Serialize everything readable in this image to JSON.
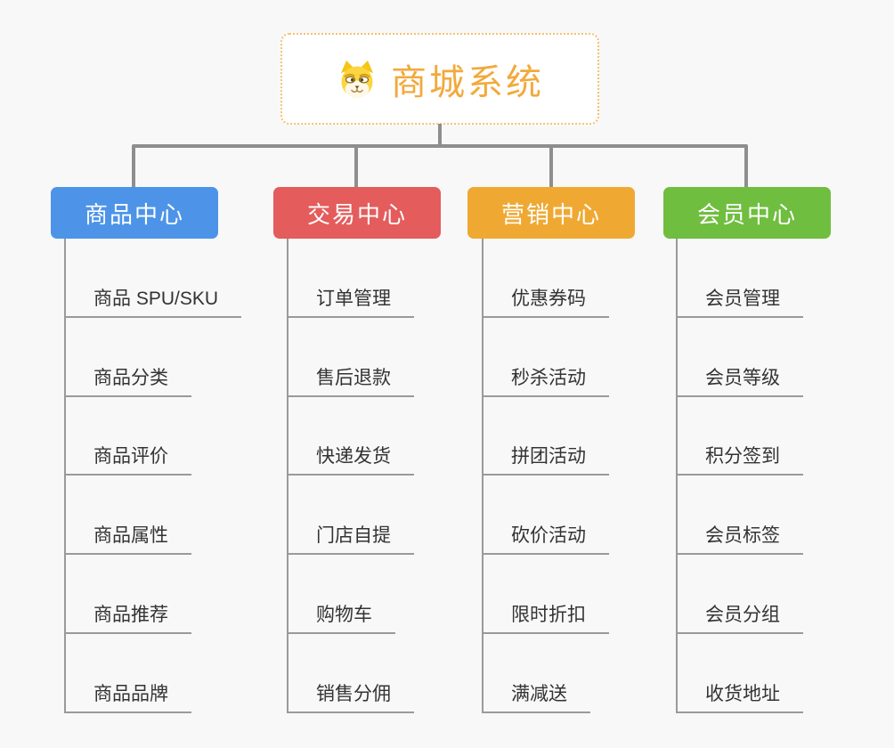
{
  "root": {
    "title": "商城系统",
    "icon": "dog-face-icon",
    "title_color": "#F2A93B",
    "border_color": "#F3C271",
    "background": "#FFFFFF"
  },
  "canvas": {
    "background": "#F8F8F8",
    "connector_color": "#8E8E8E",
    "underline_color": "#9A9A9A",
    "child_text_color": "#333333"
  },
  "branches": [
    {
      "id": "product-center",
      "label": "商品中心",
      "color": "#4D94E8",
      "children": [
        "商品 SPU/SKU",
        "商品分类",
        "商品评价",
        "商品属性",
        "商品推荐",
        "商品品牌"
      ]
    },
    {
      "id": "trade-center",
      "label": "交易中心",
      "color": "#E45C5C",
      "children": [
        "订单管理",
        "售后退款",
        "快递发货",
        "门店自提",
        "购物车",
        "销售分佣"
      ]
    },
    {
      "id": "marketing-center",
      "label": "营销中心",
      "color": "#EFA933",
      "children": [
        "优惠券码",
        "秒杀活动",
        "拼团活动",
        "砍价活动",
        "限时折扣",
        "满减送"
      ]
    },
    {
      "id": "member-center",
      "label": "会员中心",
      "color": "#6FBE3F",
      "children": [
        "会员管理",
        "会员等级",
        "积分签到",
        "会员标签",
        "会员分组",
        "收货地址"
      ]
    }
  ]
}
